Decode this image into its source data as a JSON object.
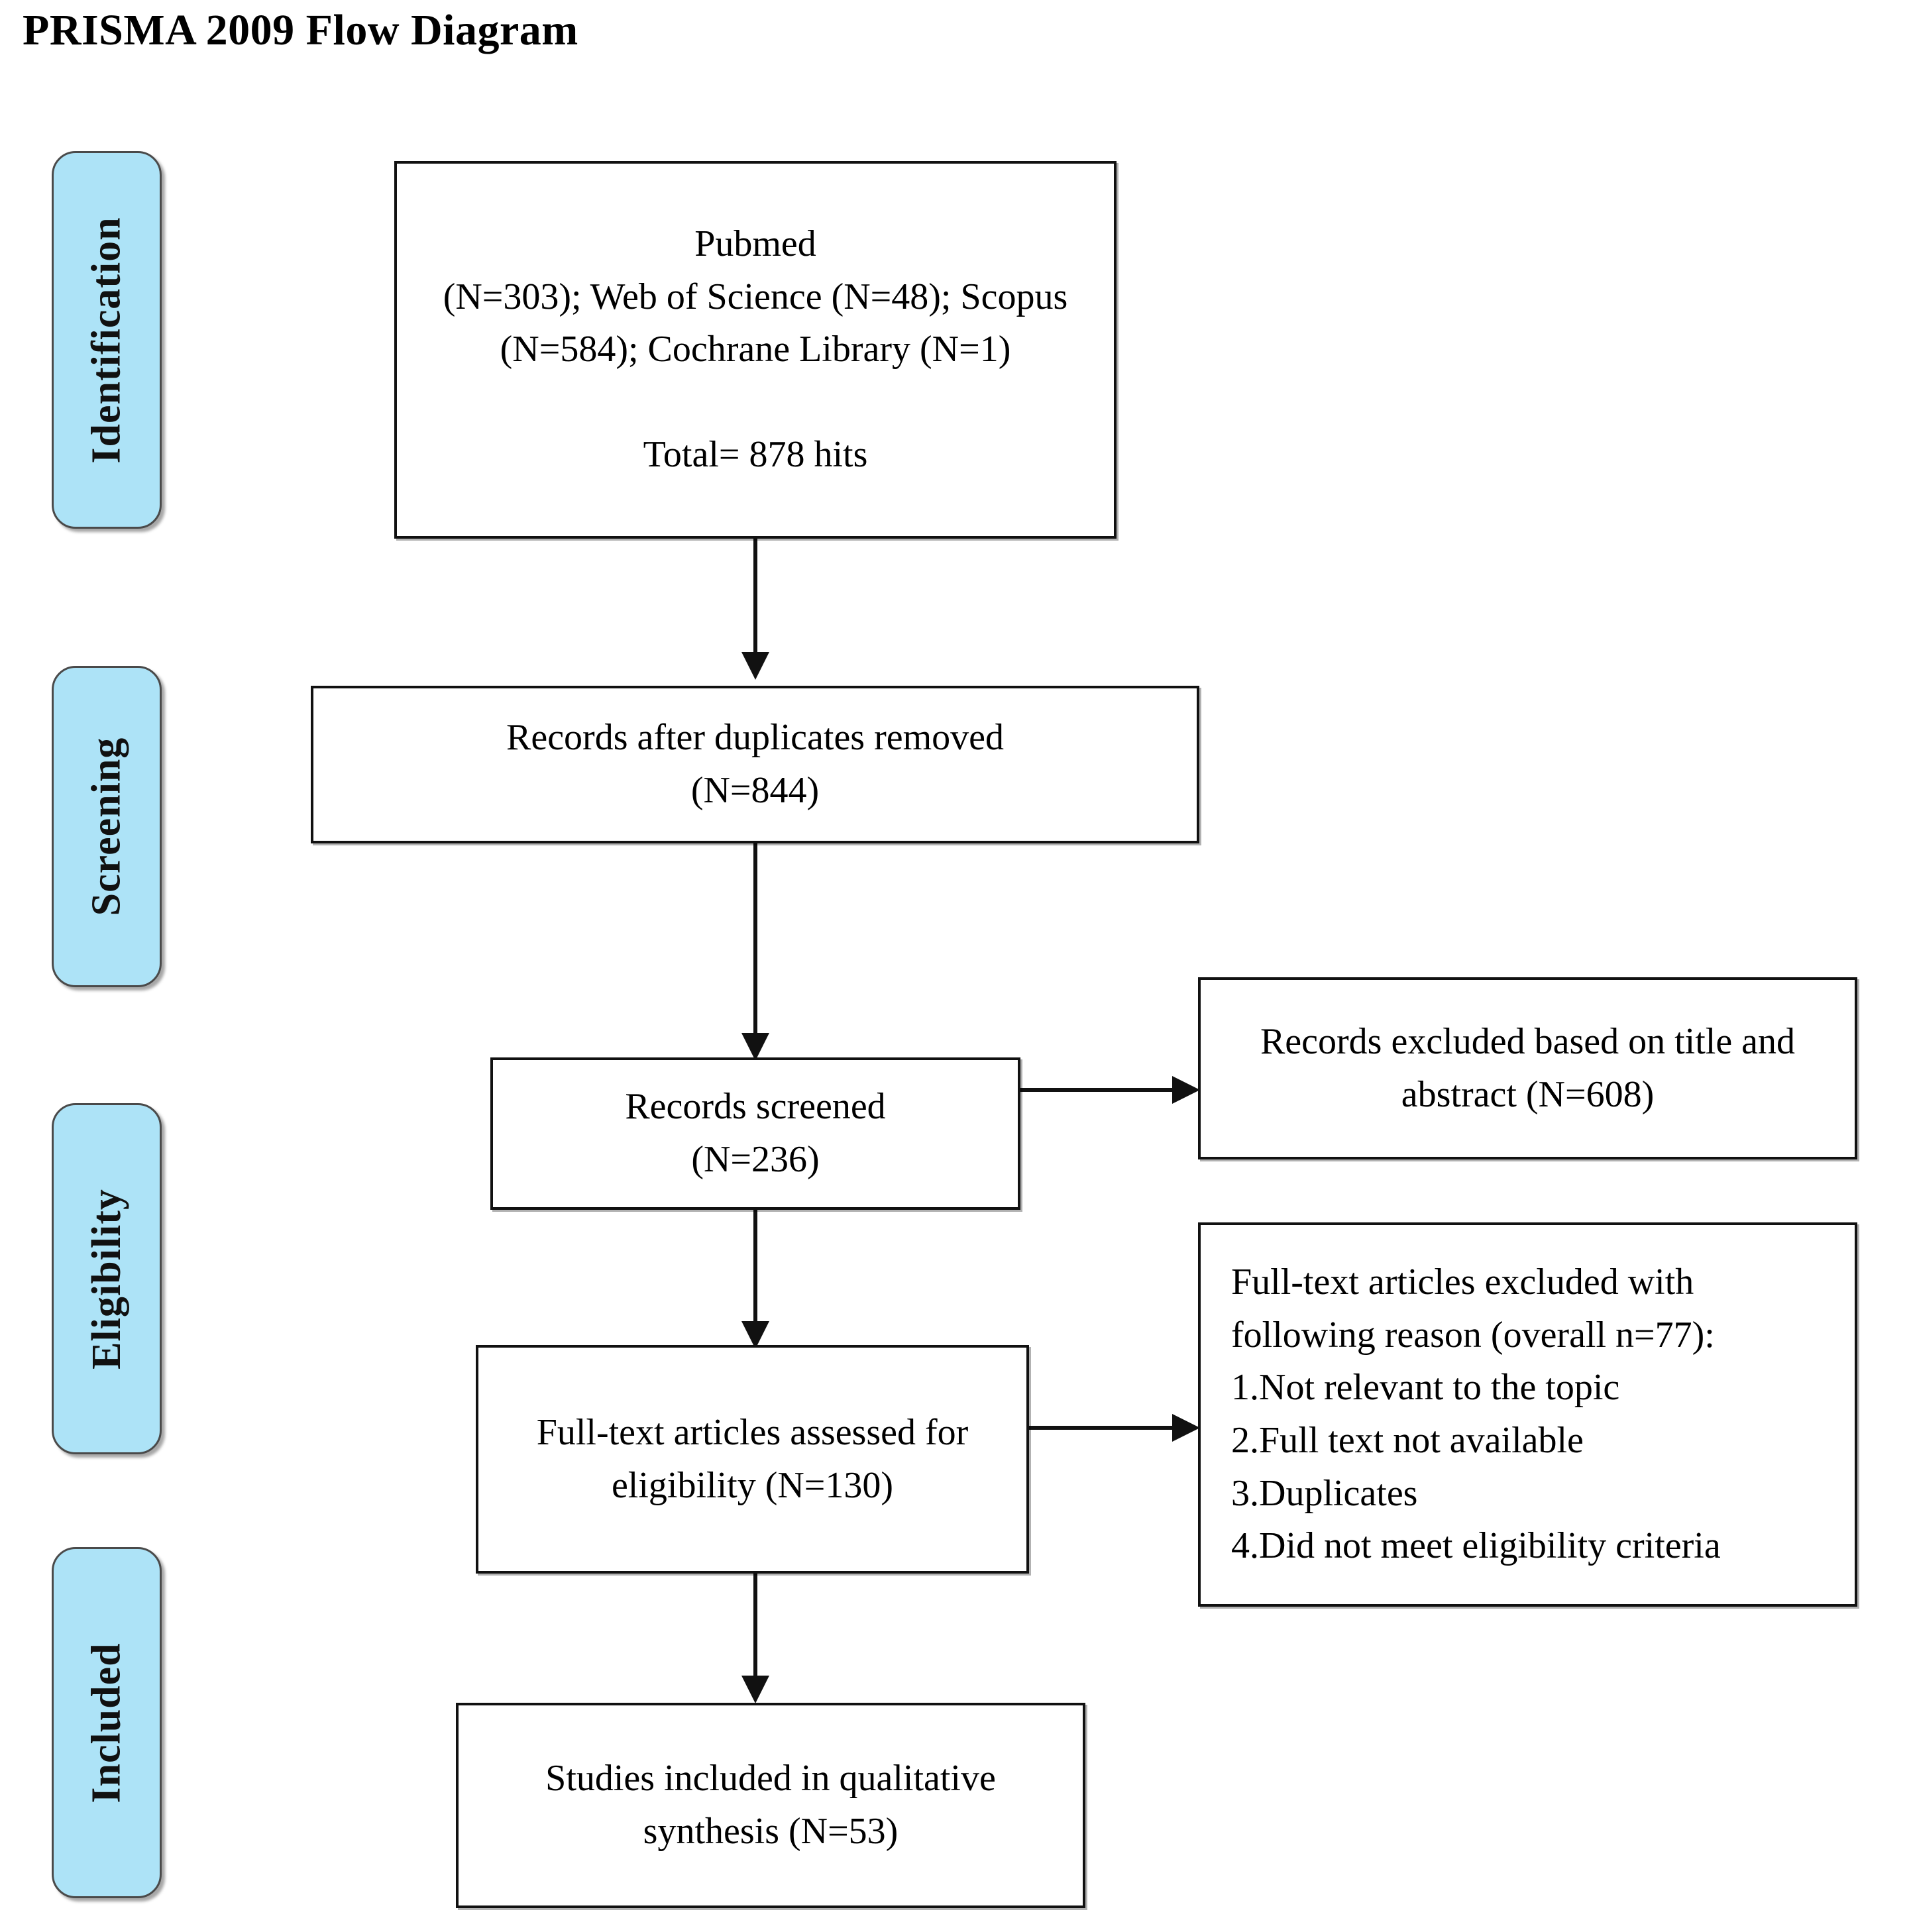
{
  "title": "PRISMA 2009 Flow Diagram",
  "stages": [
    {
      "id": "identification",
      "label": "Identification"
    },
    {
      "id": "screening",
      "label": "Screening"
    },
    {
      "id": "eligibility",
      "label": "Eligibility"
    },
    {
      "id": "included",
      "label": "Included"
    }
  ],
  "boxes": {
    "sources": {
      "text": "Pubmed\n(N=303); Web of Science (N=48); Scopus\n(N=584); Cochrane Library (N=1)\n\nTotal= 878 hits"
    },
    "duplicates_removed": {
      "text": "Records after duplicates removed\n(N=844)"
    },
    "records_screened": {
      "text": "Records screened\n(N=236)"
    },
    "records_excluded": {
      "text": "Records excluded based on title and\nabstract (N=608)"
    },
    "fulltext_assessed": {
      "text": "Full-text articles assessed for\neligibility (N=130)"
    },
    "fulltext_excluded": {
      "text": "Full-text articles excluded with\nfollowing reason (overall n=77):\n1.Not relevant to the topic\n2.Full text not available\n3.Duplicates\n4.Did not meet eligibility criteria"
    },
    "studies_included": {
      "text": "Studies included in qualitative\nsynthesis (N=53)"
    }
  },
  "counts": {
    "pubmed": 303,
    "web_of_science": 48,
    "scopus": 584,
    "cochrane_library": 1,
    "total_hits": 878,
    "after_duplicates_removed": 844,
    "records_screened": 236,
    "records_excluded_title_abstract": 608,
    "fulltext_assessed": 130,
    "fulltext_excluded_overall": 77,
    "studies_included": 53
  },
  "colors": {
    "stage_tab_fill": "#ade3f7",
    "stage_tab_border": "#4a4a4a",
    "box_border": "#111111",
    "arrow": "#111111",
    "text": "#000000",
    "background": "#ffffff"
  }
}
